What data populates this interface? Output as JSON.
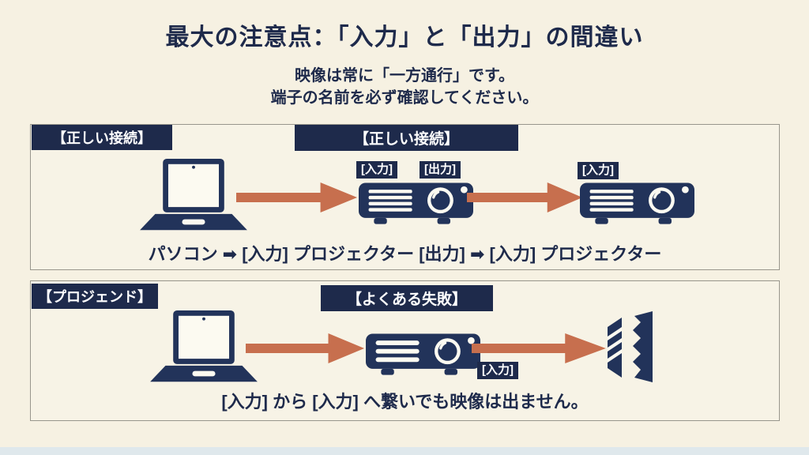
{
  "title": "最大の注意点：「入力」と「出力」の間違い",
  "subtitle1": "映像は常に「一方通行」です。",
  "subtitle2": "端子の名前を必ず確認してください。",
  "colors": {
    "navy": "#1e2a4b",
    "icon_navy": "#22335a",
    "background": "#f6f1e2",
    "panel_bg": "#f7f3e6",
    "arrow": "#c76f4e",
    "panel_border": "#98968c",
    "footer": "#dfe8ec"
  },
  "panel_correct": {
    "corner_badge": "【正しい接続】",
    "center_badge": "【正しい接続】",
    "projector1_input_label": "[入力]",
    "projector1_output_label": "[出力]",
    "projector2_input_label": "[入力]",
    "caption": "パソコン ➡ [入力] プロジェクター [出力] ➡ [入力] プロジェクター"
  },
  "panel_mistake": {
    "corner_badge": "【プロジェンド】",
    "center_badge": "【よくある失敗】",
    "projector_input_label": "[入力]",
    "caption": "[入力] から [入力] へ繋いでも映像は出ません。"
  }
}
